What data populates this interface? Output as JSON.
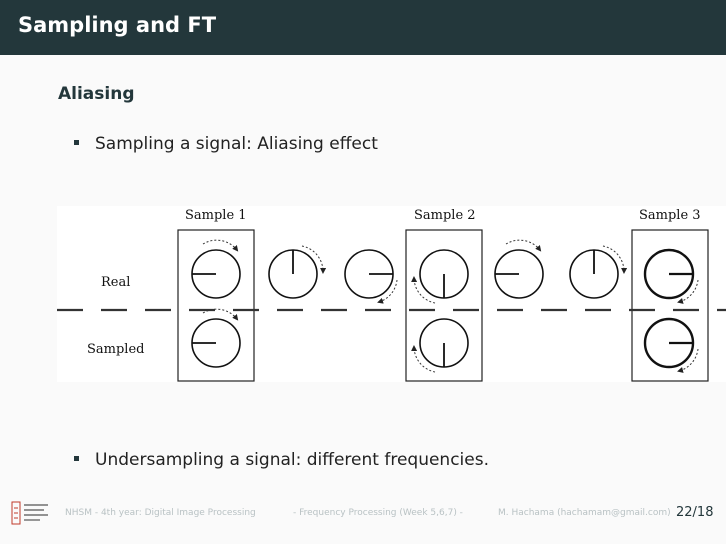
{
  "header": {
    "title": "Sampling and FT"
  },
  "section": {
    "title": "Aliasing"
  },
  "bullets": [
    "Sampling a signal: Aliasing effect",
    "Undersampling a signal: different frequencies."
  ],
  "diagram": {
    "sample_labels": [
      "Sample 1",
      "Sample 2",
      "Sample 3"
    ],
    "row_labels": {
      "real": "Real",
      "sampled": "Sampled"
    }
  },
  "footer": {
    "course": "NHSM - 4th year: Digital Image Processing",
    "topic": "- Frequency Processing (Week 5,6,7) -",
    "author": "M. Hachama (hachamam@gmail.com)",
    "page": "22/18"
  },
  "colors": {
    "header_bg": "#23373b",
    "footer_text": "#b9c2c4"
  }
}
